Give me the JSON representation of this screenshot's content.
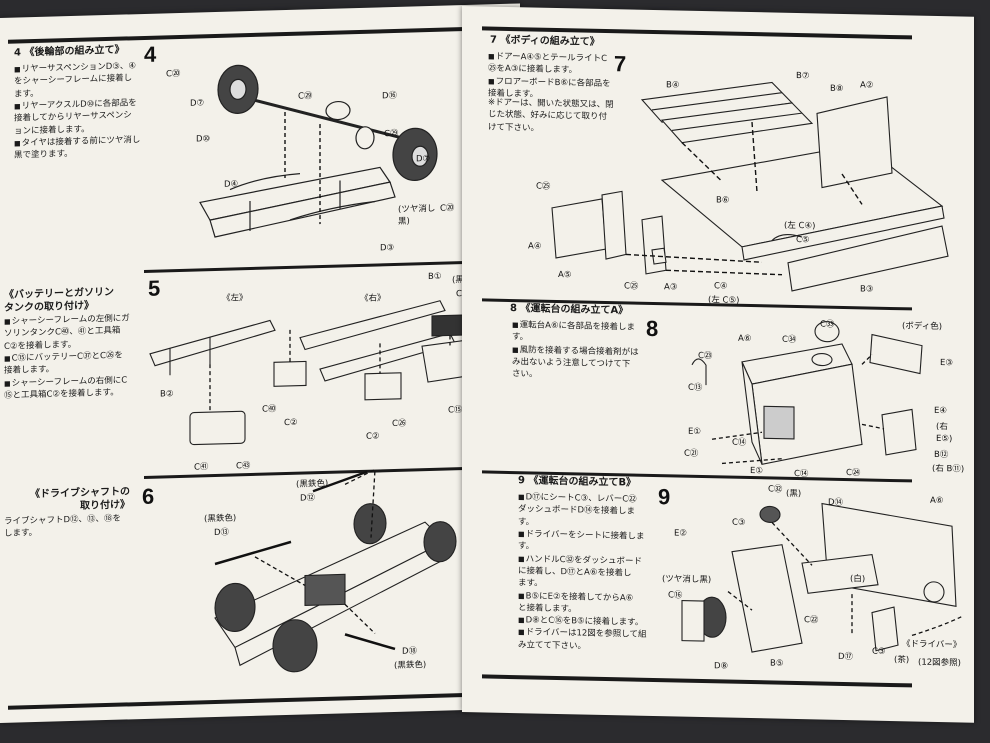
{
  "left_page": {
    "step4": {
      "number": "4",
      "title": "4 《後輪部の組み立て》",
      "instructions": [
        "リヤーサスペンションD③、④\nをシャーシーフレームに接着し\nます。",
        "リヤーアクスルD⑩に各部品を\n接着してからリヤーサスペンシ\nョンに接着します。",
        "タイヤは接着する前にツヤ消し\n黒で塗ります。"
      ],
      "labels": [
        "C⑳",
        "D⑦",
        "D⑩",
        "C㉙",
        "D⑯",
        "C㉙",
        "D⑦",
        "D④",
        "C⑳",
        "(ツヤ消し\n黒)",
        "D③"
      ]
    },
    "step5": {
      "number": "5",
      "title": "《バッテリーとガソリン\nタンクの取り付け》",
      "instructions": [
        "シャーシーフレームの左側にガ\nソリンタンクC㊵、㊶と工具箱\nC②を接着します。",
        "C⑮にバッテリーC㊲とC㉖を\n接着します。",
        "シャーシーフレームの右側にC\n⑮と工具箱C②を接着します。"
      ],
      "labels": [
        "《左》",
        "《右》",
        "B①",
        "(黒)",
        "C㊲",
        "B②",
        "C㊵",
        "C②",
        "C㉖",
        "C⑮",
        "C②",
        "C㊶",
        "C㊸"
      ]
    },
    "step6": {
      "number": "6",
      "title": "《ドライブシャフトの\n取り付け》",
      "instruction_text": "ライブシャフトD⑫、⑬、⑱を\nします。",
      "labels": [
        "(黒鉄色)",
        "D⑫",
        "(黒鉄色)",
        "D⑬",
        "D⑱",
        "(黒鉄色)"
      ]
    }
  },
  "right_page": {
    "step7": {
      "number": "7",
      "title": "7 《ボディの組み立て》",
      "instructions": [
        "ドアーA④⑤とテールライトC\n㉕をA③に接着します。",
        "フロアーボードB⑥に各部品を\n接着します。"
      ],
      "note": "※ドアーは、開いた状態又は、閉\nじた状態、好みに応じて取り付\nけて下さい。",
      "labels": [
        "B⑦",
        "B④",
        "B⑧",
        "A②",
        "C㉕",
        "B⑥",
        "(左 C④)",
        "C⑤",
        "A④",
        "A⑤",
        "C㉕",
        "A③",
        "C④",
        "(左 C⑤)",
        "B③"
      ]
    },
    "step8": {
      "number": "8",
      "title": "8 《運転台の組み立てA》",
      "instructions": [
        "運転台A⑥に各部品を接着しま\nす。",
        "風防を接着する場合接着剤がは\nみ出ないよう注意してつけて下\nさい。"
      ],
      "labels": [
        "C㉝",
        "(ボディ色)",
        "A⑥",
        "C㉞",
        "E③",
        "C㉓",
        "C⑬",
        "E④",
        "(右",
        "E⑤)",
        "B⑫",
        "(右 B⑪)",
        "E①",
        "C⑭",
        "C㉑",
        "E①",
        "C⑭",
        "C㉔"
      ]
    },
    "step9": {
      "number": "9",
      "title": "9 《運転台の組み立てB》",
      "instructions": [
        "D⑰にシートC③、レバーC㉒\nダッシュボードD⑭を接着しま\nす。",
        "ドライバーをシートに接着しま\nす。",
        "ハンドルC㉜をダッシュボード\nに接着し、D⑰とA⑥を接着し\nます。",
        "B⑤にE②を接着してからA⑥\nと接着します。",
        "D⑧とC⑯をB⑤に接着します。",
        "ドライバーは12図を参照して組\nみ立てて下さい。"
      ],
      "labels": [
        "C㉜",
        "(黒)",
        "D⑭",
        "A⑥",
        "E②",
        "C③",
        "(白)",
        "(ツヤ消し黒)",
        "C⑯",
        "C㉒",
        "D⑧",
        "B⑤",
        "D⑰",
        "C③",
        "(茶)",
        "《ドライバー》",
        "(12図参照)"
      ]
    }
  }
}
